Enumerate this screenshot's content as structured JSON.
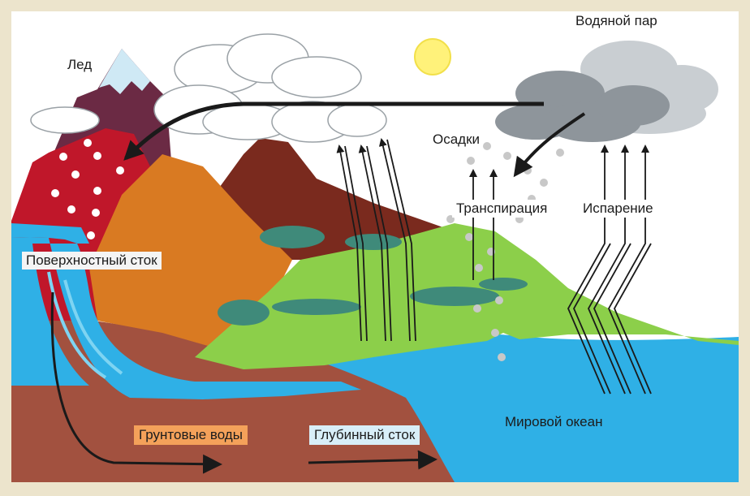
{
  "labels": {
    "ice": "Лед",
    "water_vapor": "Водяной пар",
    "precipitation": "Осадки",
    "transpiration": "Транспирация",
    "evaporation": "Испарение",
    "surface_runoff": "Поверхностный сток",
    "groundwater": "Грунтовые воды",
    "deep_runoff": "Глубинный сток",
    "world_ocean": "Мировой океан"
  },
  "colors": {
    "border": "#ece4cc",
    "sky": "#ffffff",
    "sun": "#fff27a",
    "snow_peak": "#cfe9f5",
    "mountain_purple": "#6b2a44",
    "mountain_red": "#c0172a",
    "mountain_orange": "#d97a22",
    "mountain_brown": "#7a2a1e",
    "hill_green": "#8ccf4a",
    "bushes": "#3f8a7a",
    "water": "#2fb0e6",
    "ground": "#a2513f",
    "cloud_white": "#ffffff",
    "cloud_gray": "#8e959b",
    "cloud_light_gray": "#c9ced2",
    "arrow": "#1a1a1a",
    "drops": "#c8c8c8"
  },
  "icons": [
    "sun-icon",
    "white-cloud-icon",
    "gray-rain-cloud-icon",
    "flow-arrow-icon"
  ]
}
